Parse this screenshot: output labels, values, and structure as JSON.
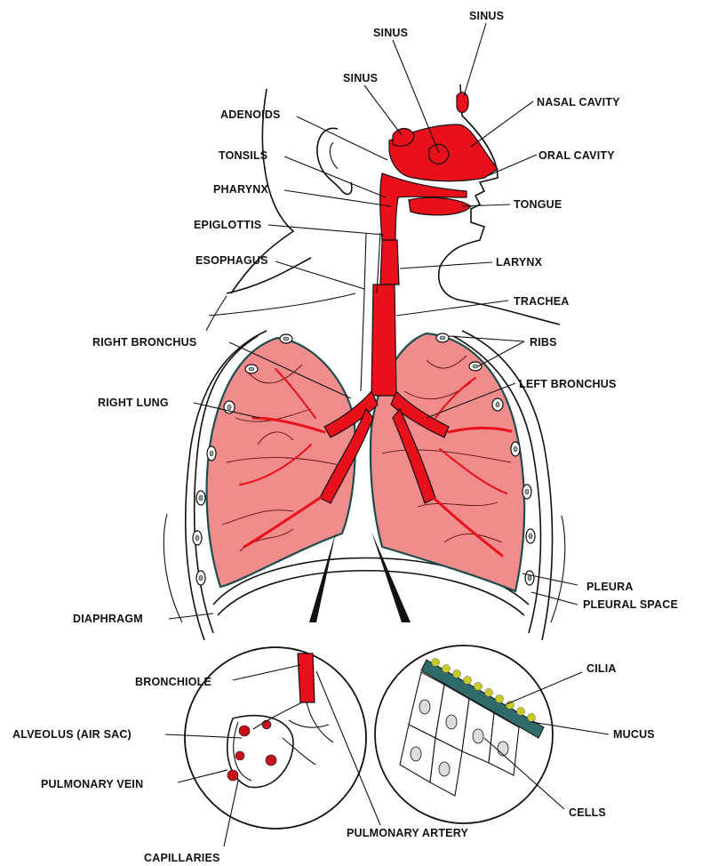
{
  "labels": {
    "sinus_top": "SINUS",
    "sinus_mid": "SINUS",
    "sinus_left": "SINUS",
    "nasal_cavity": "NASAL CAVITY",
    "adenoids": "ADENOIDS",
    "oral_cavity": "ORAL CAVITY",
    "tonsils": "TONSILS",
    "pharynx": "PHARYNX",
    "tongue": "TONGUE",
    "epiglottis": "EPIGLOTTIS",
    "larynx": "LARYNX",
    "esophagus": "ESOPHAGUS",
    "trachea": "TRACHEA",
    "right_bronchus": "RIGHT BRONCHUS",
    "ribs": "RIBS",
    "left_bronchus": "LEFT BRONCHUS",
    "right_lung": "RIGHT LUNG",
    "pleura": "PLEURA",
    "pleural_space": "PLEURAL SPACE",
    "diaphragm": "DIAPHRAGM",
    "bronchiole": "BRONCHIOLE",
    "cilia": "CILIA",
    "alveolus": "ALVEOLUS (AIR SAC)",
    "mucus": "MUCUS",
    "pulmonary_vein": "PULMONARY VEIN",
    "cells": "CELLS",
    "pulmonary_artery": "PULMONARY ARTERY",
    "capillaries": "CAPILLARIES"
  },
  "colors": {
    "airway": "#e8111b",
    "lung_tissue": "#f08c8c",
    "pleura_outline": "#1f4d4d",
    "cilia": "#c9c928",
    "ink": "#111111",
    "background": "#ffffff"
  }
}
